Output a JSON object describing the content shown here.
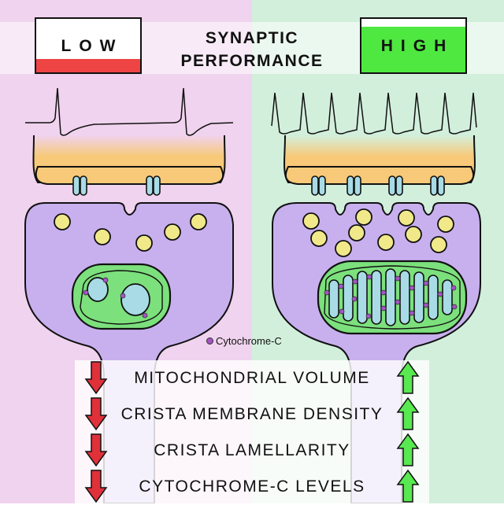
{
  "header": {
    "low_label": "LOW",
    "title_line1": "SYNAPTIC",
    "title_line2": "PERFORMANCE",
    "high_label": "HIGH"
  },
  "meters": {
    "low": {
      "level": 0.25,
      "color": "#ee4444"
    },
    "high": {
      "level": 0.85,
      "color": "#4ee840"
    }
  },
  "legend": {
    "cytochrome_c_label": "Cytochrome-C",
    "dot_color": "#a454c4"
  },
  "colors": {
    "left_background": "#f0d3ee",
    "right_background": "#d2efdc",
    "presynaptic_terminal": "#f7c978",
    "postsynaptic_terminal": "#c8b0ee",
    "vesicle": "#f1e88a",
    "calcium_channel": "#a8dbe6",
    "mitochondrion": "#7ce07c",
    "crista": "#a8dbe6",
    "decrease_arrow": "#e0303a",
    "increase_arrow": "#58e850"
  },
  "metrics": [
    {
      "label": "MITOCHONDRIAL VOLUME",
      "low_arrow": "down-arrow-icon",
      "high_arrow": "up-arrow-icon"
    },
    {
      "label": "CRISTA MEMBRANE DENSITY",
      "low_arrow": "down-arrow-icon",
      "high_arrow": "up-arrow-icon"
    },
    {
      "label": "CRISTA LAMELLARITY",
      "low_arrow": "down-arrow-icon",
      "high_arrow": "up-arrow-icon"
    },
    {
      "label": "CYTOCHROME-C LEVELS",
      "low_arrow": "down-arrow-icon",
      "high_arrow": "up-arrow-icon"
    }
  ]
}
